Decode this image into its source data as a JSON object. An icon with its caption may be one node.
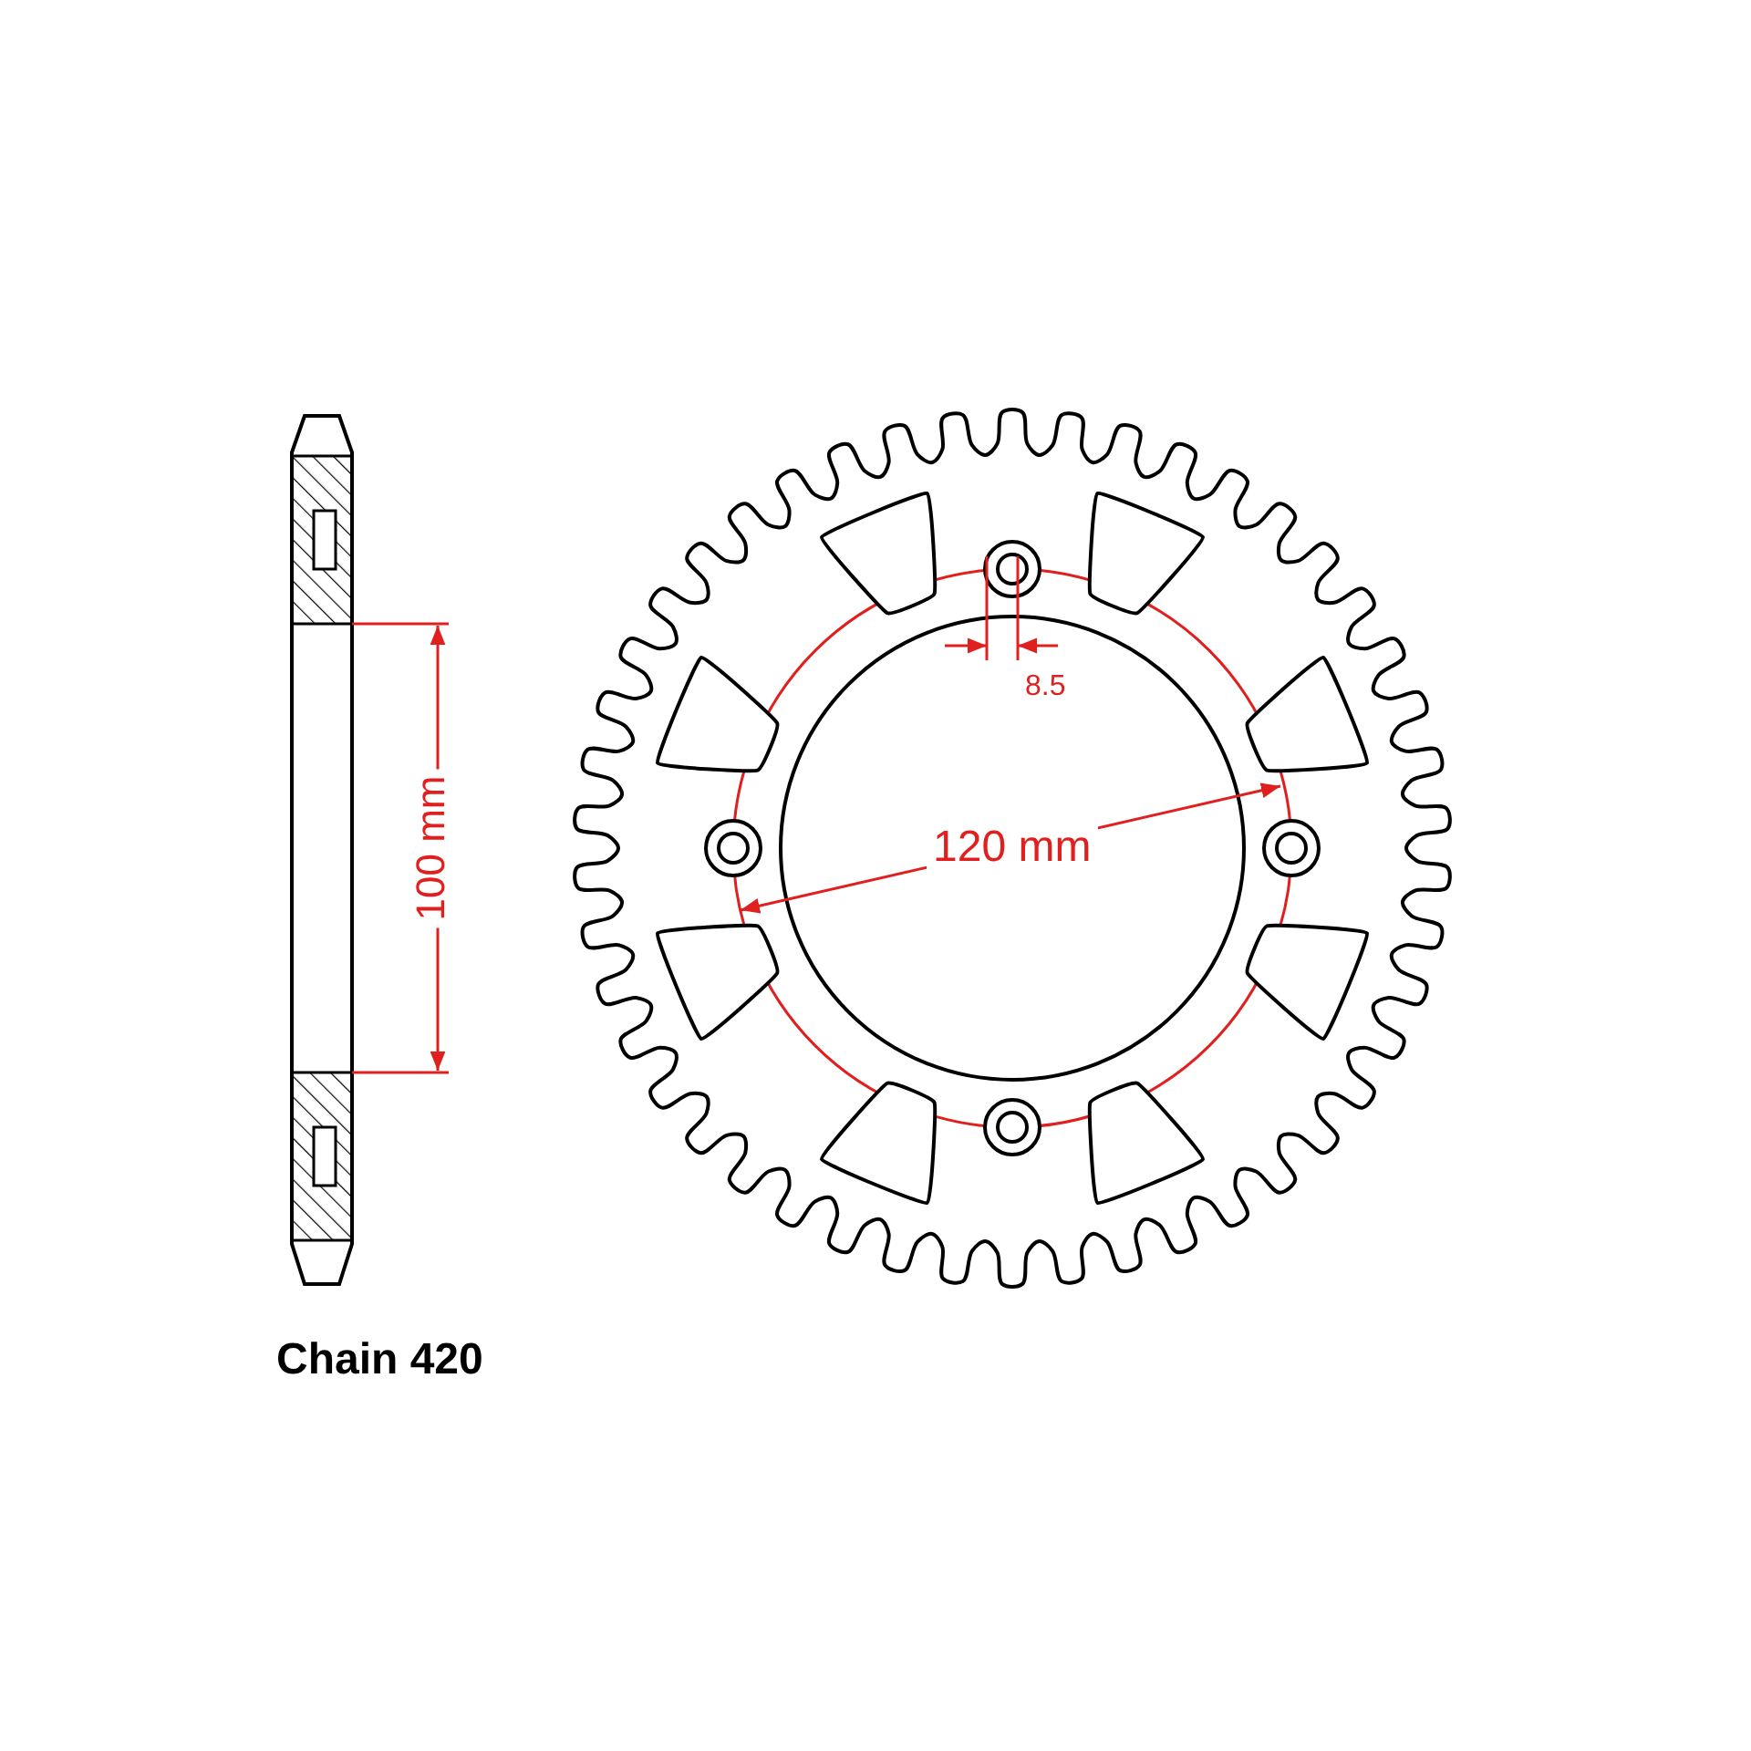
{
  "diagram": {
    "labels": [
      "100 mm",
      "8.5",
      "120 mm",
      "Chain 420"
    ]
  }
}
